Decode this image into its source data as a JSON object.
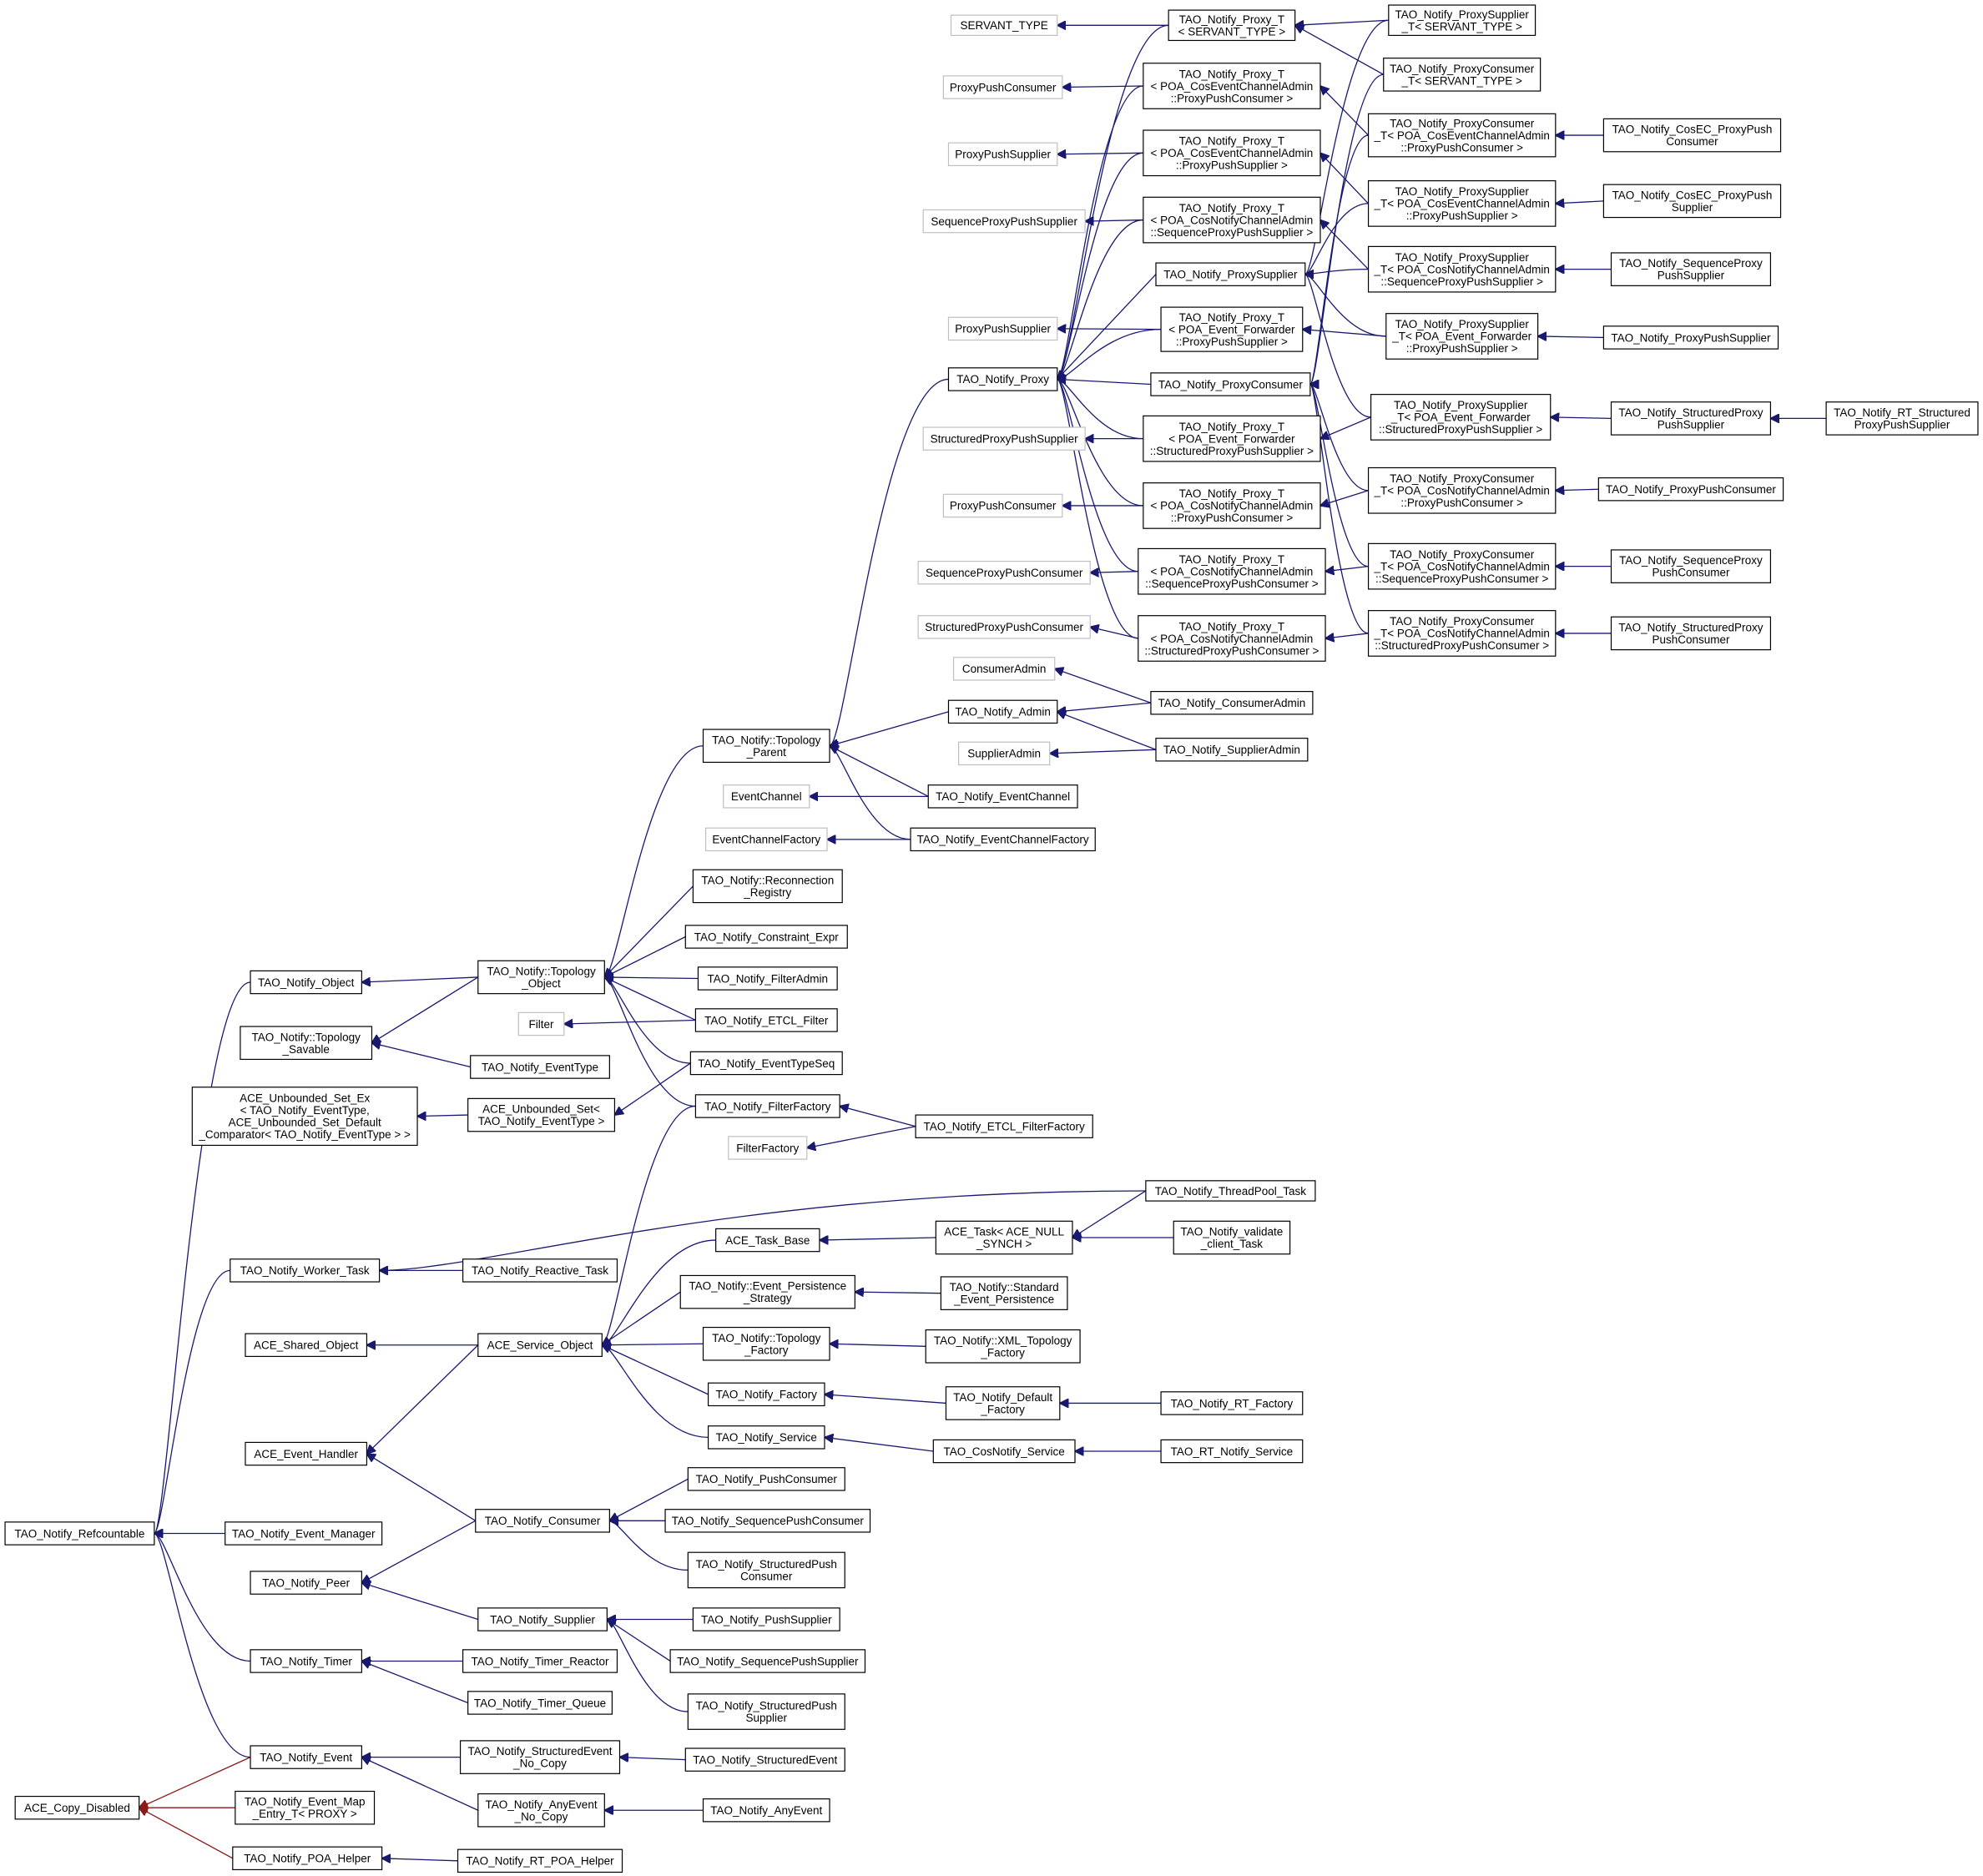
{
  "colors": {
    "edge": "#191970",
    "edge_copy_disabled": "#8b1a1a",
    "node_border": "#000000",
    "external_node_border": "#bfbfbf",
    "background": "#ffffff"
  },
  "nodes": {
    "servant_type": {
      "lines": [
        "SERVANT_TYPE"
      ],
      "external": true
    },
    "proxy_t_servant": {
      "lines": [
        "TAO_Notify_Proxy_T",
        "< SERVANT_TYPE >"
      ]
    },
    "proxysupplier_t_servant": {
      "lines": [
        "TAO_Notify_ProxySupplier",
        "_T< SERVANT_TYPE >"
      ]
    },
    "proxyconsumer_t_servant": {
      "lines": [
        "TAO_Notify_ProxyConsumer",
        "_T< SERVANT_TYPE >"
      ]
    },
    "ext_proxypushconsumer_1": {
      "lines": [
        "ProxyPushConsumer"
      ],
      "external": true
    },
    "proxy_t_cosev_ppc": {
      "lines": [
        "TAO_Notify_Proxy_T",
        "< POA_CosEventChannelAdmin",
        "::ProxyPushConsumer >"
      ]
    },
    "proxyconsumer_t_cosev_ppc": {
      "lines": [
        "TAO_Notify_ProxyConsumer",
        "_T< POA_CosEventChannelAdmin",
        "::ProxyPushConsumer >"
      ]
    },
    "cosec_proxypushconsumer": {
      "lines": [
        "TAO_Notify_CosEC_ProxyPush",
        "Consumer"
      ]
    },
    "ext_proxypushsupplier_1": {
      "lines": [
        "ProxyPushSupplier"
      ],
      "external": true
    },
    "proxy_t_cosev_pps": {
      "lines": [
        "TAO_Notify_Proxy_T",
        "< POA_CosEventChannelAdmin",
        "::ProxyPushSupplier >"
      ]
    },
    "proxysupplier_t_cosev_pps": {
      "lines": [
        "TAO_Notify_ProxySupplier",
        "_T< POA_CosEventChannelAdmin",
        "::ProxyPushSupplier >"
      ]
    },
    "cosec_proxypushsupplier": {
      "lines": [
        "TAO_Notify_CosEC_ProxyPush",
        "Supplier"
      ]
    },
    "ext_seqproxypushsupplier": {
      "lines": [
        "SequenceProxyPushSupplier"
      ],
      "external": true
    },
    "proxy_t_cosnot_spps": {
      "lines": [
        "TAO_Notify_Proxy_T",
        "< POA_CosNotifyChannelAdmin",
        "::SequenceProxyPushSupplier >"
      ]
    },
    "proxysupplier": {
      "lines": [
        "TAO_Notify_ProxySupplier"
      ]
    },
    "proxysupplier_t_cosnot_spps": {
      "lines": [
        "TAO_Notify_ProxySupplier",
        "_T< POA_CosNotifyChannelAdmin",
        "::SequenceProxyPushSupplier >"
      ]
    },
    "sequenceproxypushsupplier": {
      "lines": [
        "TAO_Notify_SequenceProxy",
        "PushSupplier"
      ]
    },
    "ext_proxypushsupplier_2": {
      "lines": [
        "ProxyPushSupplier"
      ],
      "external": true
    },
    "proxy_t_evfwd_pps": {
      "lines": [
        "TAO_Notify_Proxy_T",
        "< POA_Event_Forwarder",
        "::ProxyPushSupplier >"
      ]
    },
    "proxysupplier_t_evfwd_pps": {
      "lines": [
        "TAO_Notify_ProxySupplier",
        "_T< POA_Event_Forwarder",
        "::ProxyPushSupplier >"
      ]
    },
    "proxypushsupplier": {
      "lines": [
        "TAO_Notify_ProxyPushSupplier"
      ]
    },
    "proxy": {
      "lines": [
        "TAO_Notify_Proxy"
      ]
    },
    "proxyconsumer": {
      "lines": [
        "TAO_Notify_ProxyConsumer"
      ]
    },
    "proxysupplier_t_evfwd_spps": {
      "lines": [
        "TAO_Notify_ProxySupplier",
        "_T< POA_Event_Forwarder",
        "::StructuredProxyPushSupplier >"
      ]
    },
    "structuredproxypushsupplier": {
      "lines": [
        "TAO_Notify_StructuredProxy",
        "PushSupplier"
      ]
    },
    "rt_structuredproxypushsupplier": {
      "lines": [
        "TAO_Notify_RT_Structured",
        "ProxyPushSupplier"
      ]
    },
    "ext_structproxypushsupplier": {
      "lines": [
        "StructuredProxyPushSupplier"
      ],
      "external": true
    },
    "proxy_t_evfwd_spps": {
      "lines": [
        "TAO_Notify_Proxy_T",
        "< POA_Event_Forwarder",
        "::StructuredProxyPushSupplier >"
      ]
    },
    "ext_proxypushconsumer_2": {
      "lines": [
        "ProxyPushConsumer"
      ],
      "external": true
    },
    "proxy_t_cosnot_ppc": {
      "lines": [
        "TAO_Notify_Proxy_T",
        "< POA_CosNotifyChannelAdmin",
        "::ProxyPushConsumer >"
      ]
    },
    "proxyconsumer_t_cosnot_ppc": {
      "lines": [
        "TAO_Notify_ProxyConsumer",
        "_T< POA_CosNotifyChannelAdmin",
        "::ProxyPushConsumer >"
      ]
    },
    "proxypushconsumer": {
      "lines": [
        "TAO_Notify_ProxyPushConsumer"
      ]
    },
    "ext_seqproxypushconsumer": {
      "lines": [
        "SequenceProxyPushConsumer"
      ],
      "external": true
    },
    "proxy_t_cosnot_sppc": {
      "lines": [
        "TAO_Notify_Proxy_T",
        "< POA_CosNotifyChannelAdmin",
        "::SequenceProxyPushConsumer >"
      ]
    },
    "proxyconsumer_t_cosnot_sppc": {
      "lines": [
        "TAO_Notify_ProxyConsumer",
        "_T< POA_CosNotifyChannelAdmin",
        "::SequenceProxyPushConsumer >"
      ]
    },
    "sequenceproxypushconsumer": {
      "lines": [
        "TAO_Notify_SequenceProxy",
        "PushConsumer"
      ]
    },
    "ext_structproxypushconsumer": {
      "lines": [
        "StructuredProxyPushConsumer"
      ],
      "external": true
    },
    "proxy_t_cosnot_stppc": {
      "lines": [
        "TAO_Notify_Proxy_T",
        "< POA_CosNotifyChannelAdmin",
        "::StructuredProxyPushConsumer >"
      ]
    },
    "proxyconsumer_t_cosnot_stppc": {
      "lines": [
        "TAO_Notify_ProxyConsumer",
        "_T< POA_CosNotifyChannelAdmin",
        "::StructuredProxyPushConsumer >"
      ]
    },
    "structuredproxypushconsumer": {
      "lines": [
        "TAO_Notify_StructuredProxy",
        "PushConsumer"
      ]
    },
    "ext_consumeradmin": {
      "lines": [
        "ConsumerAdmin"
      ],
      "external": true
    },
    "admin": {
      "lines": [
        "TAO_Notify_Admin"
      ]
    },
    "consumeradmin": {
      "lines": [
        "TAO_Notify_ConsumerAdmin"
      ]
    },
    "topology_parent": {
      "lines": [
        "TAO_Notify::Topology",
        "_Parent"
      ]
    },
    "ext_supplieradmin": {
      "lines": [
        "SupplierAdmin"
      ],
      "external": true
    },
    "supplieradmin": {
      "lines": [
        "TAO_Notify_SupplierAdmin"
      ]
    },
    "ext_eventchannel": {
      "lines": [
        "EventChannel"
      ],
      "external": true
    },
    "eventchannel": {
      "lines": [
        "TAO_Notify_EventChannel"
      ]
    },
    "ext_eventchannelfactory": {
      "lines": [
        "EventChannelFactory"
      ],
      "external": true
    },
    "eventchannelfactory": {
      "lines": [
        "TAO_Notify_EventChannelFactory"
      ]
    },
    "reconnection_registry": {
      "lines": [
        "TAO_Notify::Reconnection",
        "_Registry"
      ]
    },
    "constraint_expr": {
      "lines": [
        "TAO_Notify_Constraint_Expr"
      ]
    },
    "object": {
      "lines": [
        "TAO_Notify_Object"
      ]
    },
    "topology_object": {
      "lines": [
        "TAO_Notify::Topology",
        "_Object"
      ]
    },
    "filteradmin": {
      "lines": [
        "TAO_Notify_FilterAdmin"
      ]
    },
    "topology_savable": {
      "lines": [
        "TAO_Notify::Topology",
        "_Savable"
      ]
    },
    "ext_filter": {
      "lines": [
        "Filter"
      ],
      "external": true
    },
    "etcl_filter": {
      "lines": [
        "TAO_Notify_ETCL_Filter"
      ]
    },
    "eventtype": {
      "lines": [
        "TAO_Notify_EventType"
      ]
    },
    "eventtypeseq": {
      "lines": [
        "TAO_Notify_EventTypeSeq"
      ]
    },
    "ace_unbounded_set_ex": {
      "lines": [
        "ACE_Unbounded_Set_Ex",
        "< TAO_Notify_EventType,",
        " ACE_Unbounded_Set_Default",
        "_Comparator< TAO_Notify_EventType > >"
      ]
    },
    "ace_unbounded_set": {
      "lines": [
        "ACE_Unbounded_Set<",
        " TAO_Notify_EventType >"
      ]
    },
    "filterfactory": {
      "lines": [
        "TAO_Notify_FilterFactory"
      ]
    },
    "etcl_filterfactory": {
      "lines": [
        "TAO_Notify_ETCL_FilterFactory"
      ]
    },
    "ext_filterfactory": {
      "lines": [
        "FilterFactory"
      ],
      "external": true
    },
    "threadpool_task": {
      "lines": [
        "TAO_Notify_ThreadPool_Task"
      ]
    },
    "ace_task_base": {
      "lines": [
        "ACE_Task_Base"
      ]
    },
    "ace_task": {
      "lines": [
        "ACE_Task< ACE_NULL",
        "_SYNCH >"
      ]
    },
    "validate_client_task": {
      "lines": [
        "TAO_Notify_validate",
        "_client_Task"
      ]
    },
    "worker_task": {
      "lines": [
        "TAO_Notify_Worker_Task"
      ]
    },
    "reactive_task": {
      "lines": [
        "TAO_Notify_Reactive_Task"
      ]
    },
    "event_persistence_strategy": {
      "lines": [
        "TAO_Notify::Event_Persistence",
        "_Strategy"
      ]
    },
    "standard_event_persistence": {
      "lines": [
        "TAO_Notify::Standard",
        "_Event_Persistence"
      ]
    },
    "ace_shared_object": {
      "lines": [
        "ACE_Shared_Object"
      ]
    },
    "ace_service_object": {
      "lines": [
        "ACE_Service_Object"
      ]
    },
    "topology_factory": {
      "lines": [
        "TAO_Notify::Topology",
        "_Factory"
      ]
    },
    "xml_topology_factory": {
      "lines": [
        "TAO_Notify::XML_Topology",
        "_Factory"
      ]
    },
    "factory": {
      "lines": [
        "TAO_Notify_Factory"
      ]
    },
    "default_factory": {
      "lines": [
        "TAO_Notify_Default",
        "_Factory"
      ]
    },
    "rt_factory": {
      "lines": [
        "TAO_Notify_RT_Factory"
      ]
    },
    "service": {
      "lines": [
        "TAO_Notify_Service"
      ]
    },
    "cosnotify_service": {
      "lines": [
        "TAO_CosNotify_Service"
      ]
    },
    "rt_notify_service": {
      "lines": [
        "TAO_RT_Notify_Service"
      ]
    },
    "ace_event_handler": {
      "lines": [
        "ACE_Event_Handler"
      ]
    },
    "pushconsumer": {
      "lines": [
        "TAO_Notify_PushConsumer"
      ]
    },
    "refcountable": {
      "lines": [
        "TAO_Notify_Refcountable"
      ]
    },
    "event_manager": {
      "lines": [
        "TAO_Notify_Event_Manager"
      ]
    },
    "consumer": {
      "lines": [
        "TAO_Notify_Consumer"
      ]
    },
    "sequencepushconsumer": {
      "lines": [
        "TAO_Notify_SequencePushConsumer"
      ]
    },
    "structuredpushconsumer": {
      "lines": [
        "TAO_Notify_StructuredPush",
        "Consumer"
      ]
    },
    "peer": {
      "lines": [
        "TAO_Notify_Peer"
      ]
    },
    "supplier": {
      "lines": [
        "TAO_Notify_Supplier"
      ]
    },
    "pushsupplier": {
      "lines": [
        "TAO_Notify_PushSupplier"
      ]
    },
    "sequencepushsupplier": {
      "lines": [
        "TAO_Notify_SequencePushSupplier"
      ]
    },
    "timer": {
      "lines": [
        "TAO_Notify_Timer"
      ]
    },
    "timer_reactor": {
      "lines": [
        "TAO_Notify_Timer_Reactor"
      ]
    },
    "structuredpushsupplier": {
      "lines": [
        "TAO_Notify_StructuredPush",
        "Supplier"
      ]
    },
    "timer_queue": {
      "lines": [
        "TAO_Notify_Timer_Queue"
      ]
    },
    "event": {
      "lines": [
        "TAO_Notify_Event"
      ]
    },
    "structuredevent_no_copy": {
      "lines": [
        "TAO_Notify_StructuredEvent",
        "_No_Copy"
      ]
    },
    "structuredevent": {
      "lines": [
        "TAO_Notify_StructuredEvent"
      ]
    },
    "ace_copy_disabled": {
      "lines": [
        "ACE_Copy_Disabled"
      ]
    },
    "event_map_entry": {
      "lines": [
        "TAO_Notify_Event_Map",
        "_Entry_T< PROXY >"
      ]
    },
    "anyevent_no_copy": {
      "lines": [
        "TAO_Notify_AnyEvent",
        "_No_Copy"
      ]
    },
    "anyevent": {
      "lines": [
        "TAO_Notify_AnyEvent"
      ]
    },
    "poa_helper": {
      "lines": [
        "TAO_Notify_POA_Helper"
      ]
    },
    "rt_poa_helper": {
      "lines": [
        "TAO_Notify_RT_POA_Helper"
      ]
    }
  }
}
